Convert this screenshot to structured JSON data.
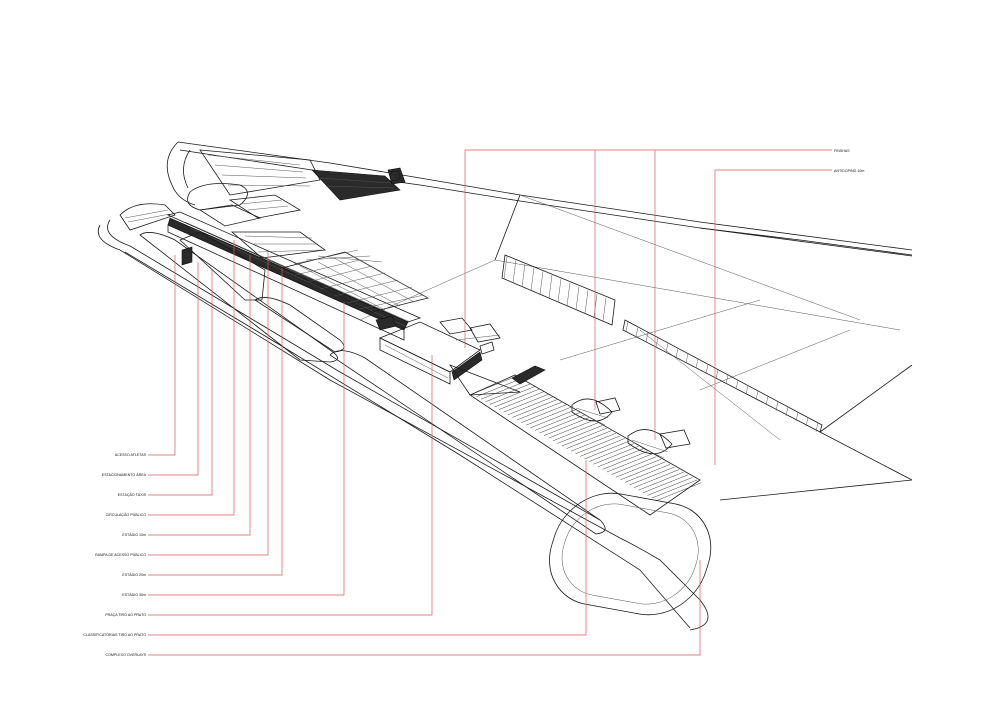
{
  "labels_left": [
    "ACESSO ATLETAS",
    "ESTACIONAMENTO ÁREA",
    "ESTAÇÃO TÁXIS",
    "CIRCULAÇÃO PÚBLICO",
    "ESTÁDIO 10m",
    "RAMPA DE ACESSO PÚBLICO",
    "ESTÁDIO 20m",
    "ESTÁDIO 30m",
    "PRAÇA TIRO AO PRATO",
    "CLASSIFICATÓRIAS TIRO AO PRATO",
    "COMPLEXO OVERLAYS"
  ],
  "labels_right": [
    "FINSHAS",
    "ANTIDOPING 10m"
  ],
  "colors": {
    "leader": "#e05a5a",
    "line": "#1a1a1a",
    "dark_fill": "#2a2a2a",
    "background": "#ffffff"
  }
}
